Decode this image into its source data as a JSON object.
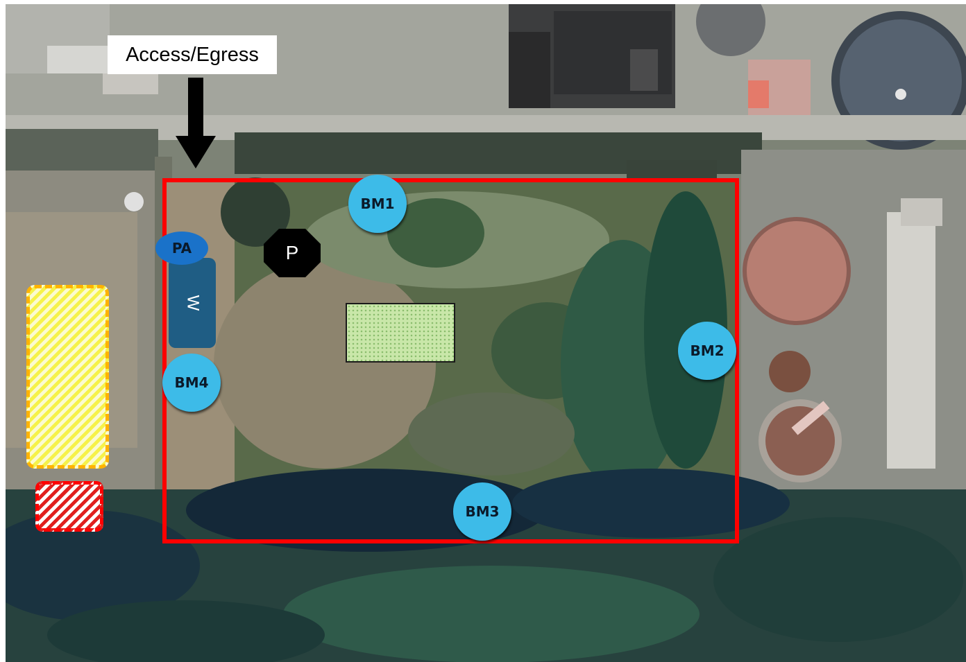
{
  "map": {
    "access_label": "Access/Egress",
    "markers": [
      {
        "id": "bm1",
        "label": "BM1"
      },
      {
        "id": "bm2",
        "label": "BM2"
      },
      {
        "id": "bm3",
        "label": "BM3"
      },
      {
        "id": "bm4",
        "label": "BM4"
      }
    ],
    "pa_label": "PA",
    "w_label": "W",
    "parking_label": "P",
    "colors": {
      "boundary": "#ff0000",
      "marker": "#3dbbe8",
      "pa": "#1a72c9",
      "w_unit": "#1f5d84",
      "parking": "#000000",
      "staging": "#c9e7a9",
      "yellow_zone": "#f6f24a",
      "yellow_zone_border": "#ffb300",
      "red_zone": "#e0201e"
    }
  }
}
